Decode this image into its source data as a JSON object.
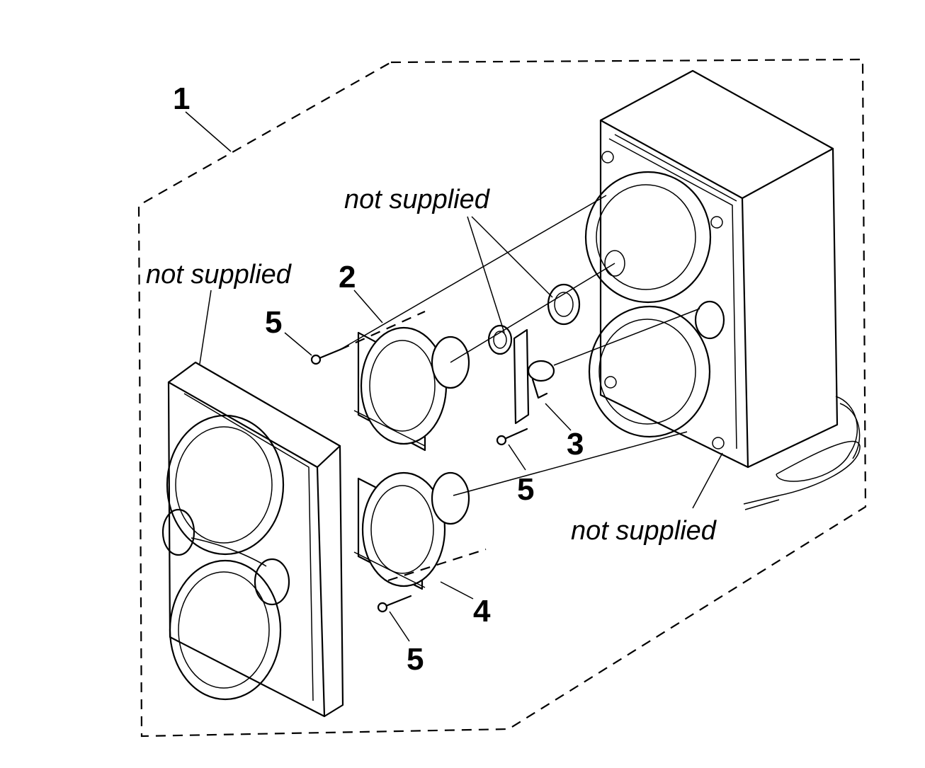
{
  "callouts": {
    "part_1": "1",
    "part_2": "2",
    "part_3": "3",
    "part_4": "4",
    "part_5_top": "5",
    "part_5_mid": "5",
    "part_5_bottom": "5"
  },
  "notes": {
    "not_supplied_top": "not supplied",
    "not_supplied_left": "not supplied",
    "not_supplied_right": "not supplied"
  }
}
